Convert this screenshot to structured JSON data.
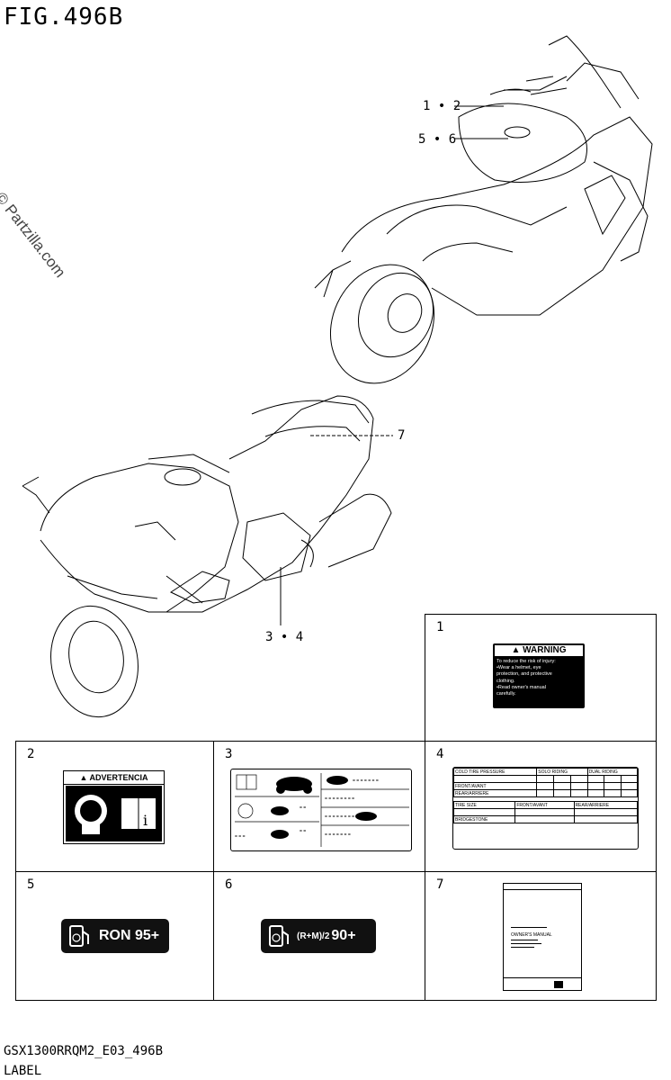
{
  "header": {
    "title": "FIG.496B",
    "watermark": "© Partzilla.com"
  },
  "callouts": {
    "c12": "1 • 2",
    "c56": "5 • 6",
    "c7": "7",
    "c34": "3 • 4"
  },
  "panels": {
    "p1": {
      "num": "1",
      "warning": "WARNING",
      "text": [
        "To reduce the risk of injury:",
        "•Wear a helmet, eye",
        " protection, and protective",
        " clothing.",
        "•Read owner's manual",
        " carefully."
      ]
    },
    "p2": {
      "num": "2",
      "heading": "ADVERTENCIA"
    },
    "p3": {
      "num": "3"
    },
    "p4": {
      "num": "4",
      "title": "COLD TIRE PRESSURE",
      "front": "FRONT/AVANT",
      "rear": "REAR/ARRIERE",
      "solo": "SOLO RIDING",
      "dual": "DUAL RIDING",
      "tire_size": "TIRE SIZE",
      "brand": "BRIDGESTONE"
    },
    "p5": {
      "num": "5",
      "label": "RON 95+"
    },
    "p6": {
      "num": "6",
      "label_prefix": "(R+M)/2",
      "label_value": "90+"
    },
    "p7": {
      "num": "7",
      "manual": "OWNER'S MANUAL"
    }
  },
  "footer": {
    "code": "GSX1300RRQM2_E03_496B",
    "caption": "LABEL"
  }
}
